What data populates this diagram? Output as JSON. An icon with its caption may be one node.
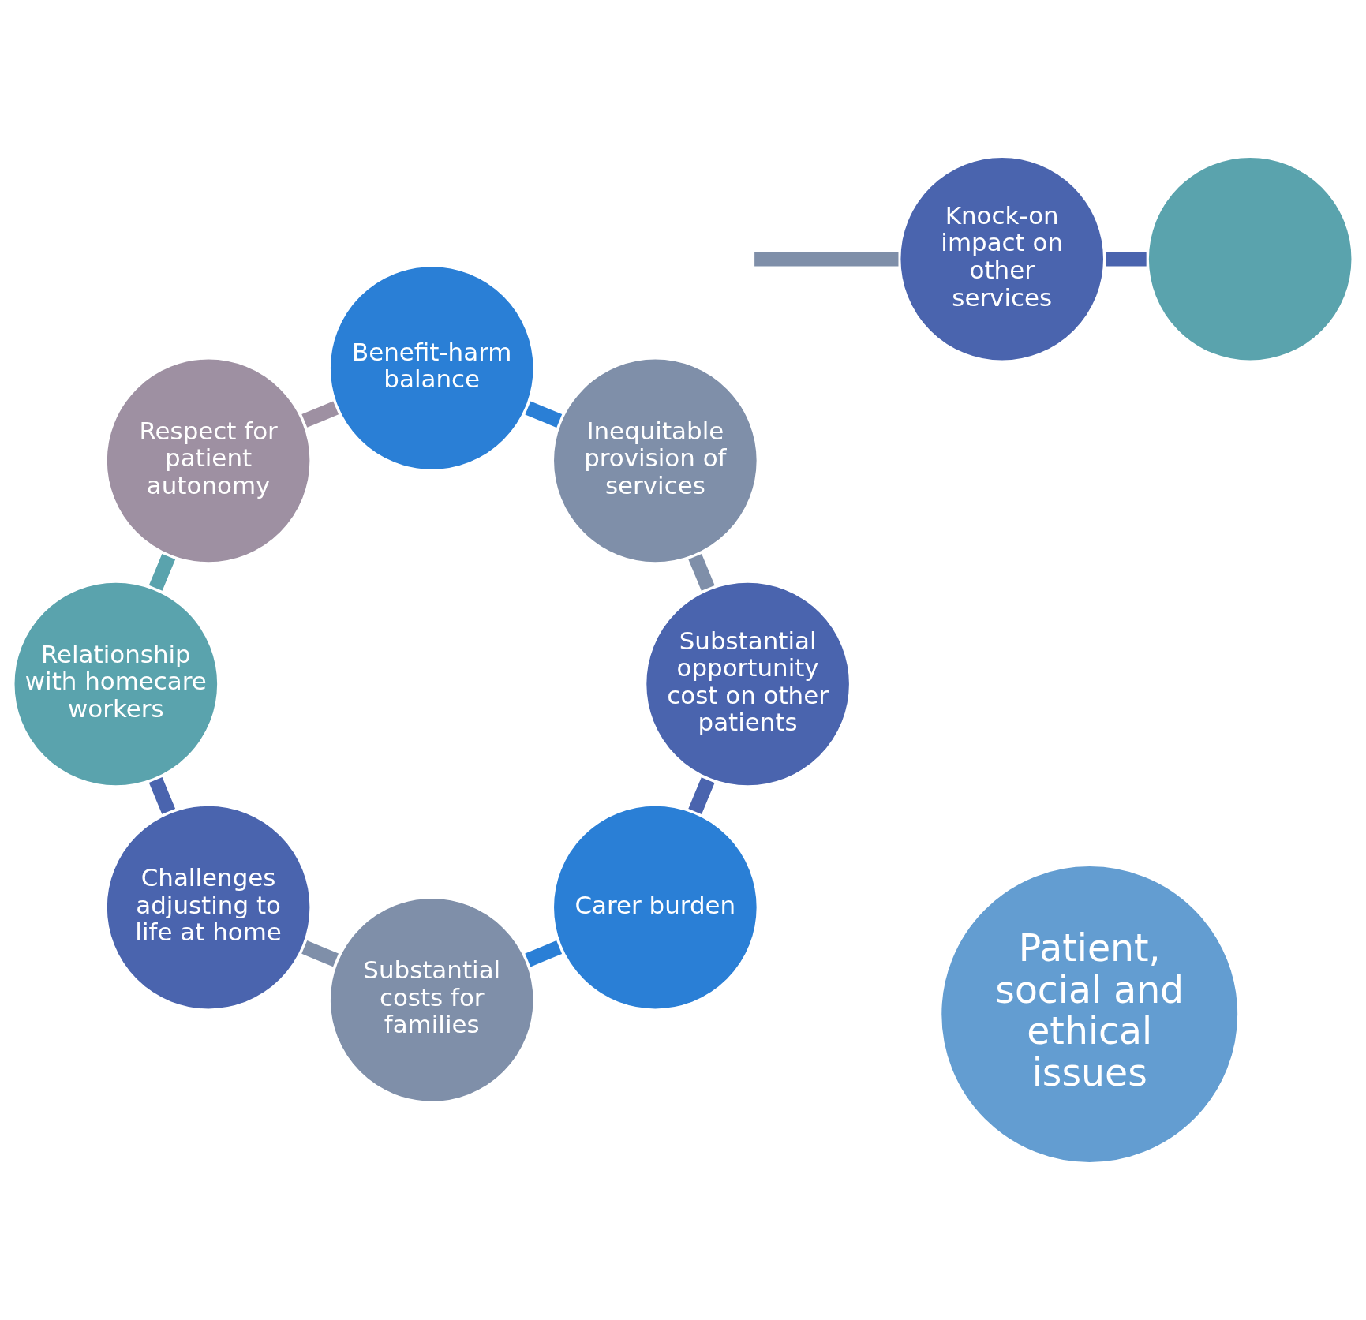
{
  "diagram": {
    "nodes": [
      {
        "text": [
          "Carer burden"
        ]
      },
      {
        "text": [
          "Substantial costs for families"
        ]
      },
      {
        "text": [
          "Challenges adjusting to life at home"
        ]
      },
      {
        "text": [
          "Relationship with homecare workers"
        ]
      },
      {
        "text": [
          "Respect for patient autonomy"
        ]
      },
      {
        "text": [
          "Benefit-harm balance"
        ]
      },
      {
        "text": [
          "Inequitable provision of services"
        ]
      },
      {
        "text": [
          "Substantial opportunity cost on other patients"
        ]
      },
      {
        "text": [
          "Patient, social and ethical issues"
        ]
      },
      {
        "text": [
          "Knock-on impact on other services"
        ]
      },
      {
        "text": [],
        "shape": "circle"
      }
    ],
    "edges": [
      {
        "from": 0,
        "to": 1,
        "arrow": "none",
        "color": "#2a7fd6"
      },
      {
        "from": 1,
        "to": 2,
        "arrow": "none",
        "color": "#7f8fa9"
      },
      {
        "from": 2,
        "to": 3,
        "arrow": "none",
        "color": "#4a64ae"
      },
      {
        "from": 3,
        "to": 4,
        "arrow": "none",
        "color": "#5aa3ad"
      },
      {
        "from": 4,
        "to": 5,
        "arrow": "none",
        "color": "#9e90a2"
      },
      {
        "from": 5,
        "to": 6,
        "arrow": "none",
        "color": "#2a7fd6"
      },
      {
        "from": 6,
        "to": 7,
        "arrow": "none",
        "color": "#7f8fa9"
      },
      {
        "from": 7,
        "to": 0,
        "arrow": "none",
        "color": "#4a64ae"
      },
      {
        "from": null,
        "to": 9,
        "arrow": "none",
        "color": "#7f8fa9"
      },
      {
        "from": 9,
        "to": 10,
        "arrow": "none",
        "color": "#4a64ae"
      }
    ]
  }
}
